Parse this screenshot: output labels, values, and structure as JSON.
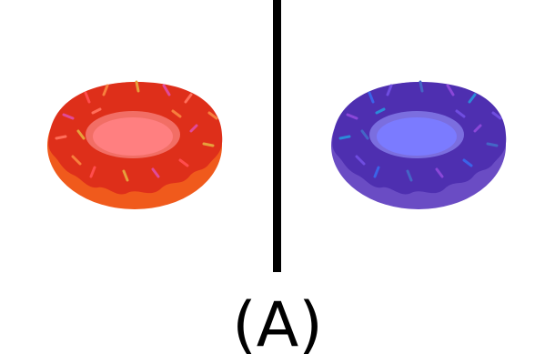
{
  "panel_label": "(A)",
  "donuts": [
    {
      "name": "red-donut",
      "body_color": "#f05a1c",
      "glaze_color": "#de2f1a",
      "hole_color": "#ff7f80",
      "sprinkle_colors": [
        "#ff4d4d",
        "#f77f3d",
        "#e04a9a",
        "#ff6e5a",
        "#e6a03c"
      ]
    },
    {
      "name": "blue-donut",
      "body_color": "#6a4cc4",
      "glaze_color": "#4e2fb0",
      "hole_color": "#7b7bff",
      "sprinkle_colors": [
        "#3b63e8",
        "#6f4de0",
        "#2c8ad8",
        "#8a47d8",
        "#4466c6"
      ]
    }
  ],
  "divider_color": "#000000"
}
